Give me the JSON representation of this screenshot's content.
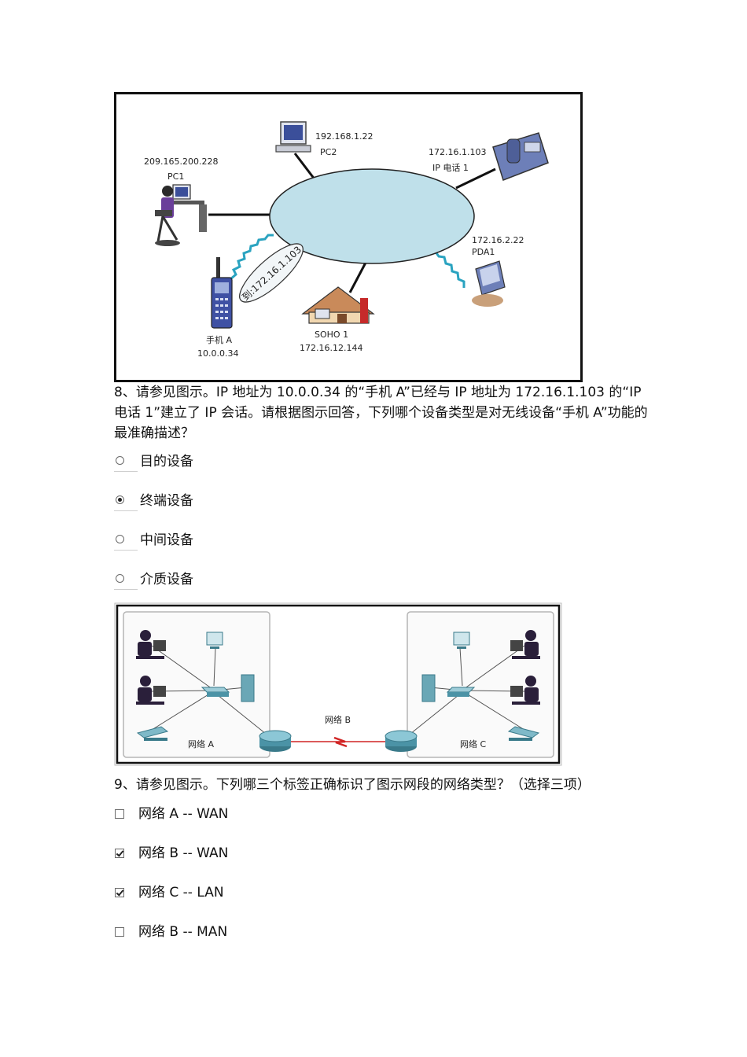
{
  "figure1": {
    "pc2": {
      "ip": "192.168.1.22",
      "name": "PC2"
    },
    "ipphone": {
      "ip": "172.16.1.103",
      "name": "IP 电话 1"
    },
    "pc1": {
      "ip": "209.165.200.228",
      "name": "PC1"
    },
    "pda": {
      "ip": "172.16.2.22",
      "name": "PDA1"
    },
    "phone": {
      "name": "手机 A",
      "ip": "10.0.0.34"
    },
    "soho": {
      "name": "SOHO 1",
      "ip": "172.16.12.144"
    },
    "bubble_text": "到:172.16.1.103"
  },
  "question8": {
    "text": "8、请参见图示。IP 地址为 10.0.0.34 的“手机 A”已经与 IP 地址为 172.16.1.103 的“IP 电话 1”建立了 IP 会话。请根据图示回答，下列哪个设备类型是对无线设备“手机 A”功能的最准确描述？",
    "options": [
      {
        "label": "目的设备",
        "selected": false
      },
      {
        "label": "终端设备",
        "selected": true
      },
      {
        "label": "中间设备",
        "selected": false
      },
      {
        "label": "介质设备",
        "selected": false
      }
    ]
  },
  "figure2": {
    "net_a": "网络 A",
    "net_b": "网络 B",
    "net_c": "网络 C"
  },
  "question9": {
    "text": "9、请参见图示。下列哪三个标签正确标识了图示网段的网络类型？（选择三项）",
    "options": [
      {
        "label": "网络 A -- WAN",
        "checked": false
      },
      {
        "label": "网络 B -- WAN",
        "checked": true
      },
      {
        "label": "网络 C -- LAN",
        "checked": true
      },
      {
        "label": "网络 B -- MAN",
        "checked": false
      }
    ]
  }
}
